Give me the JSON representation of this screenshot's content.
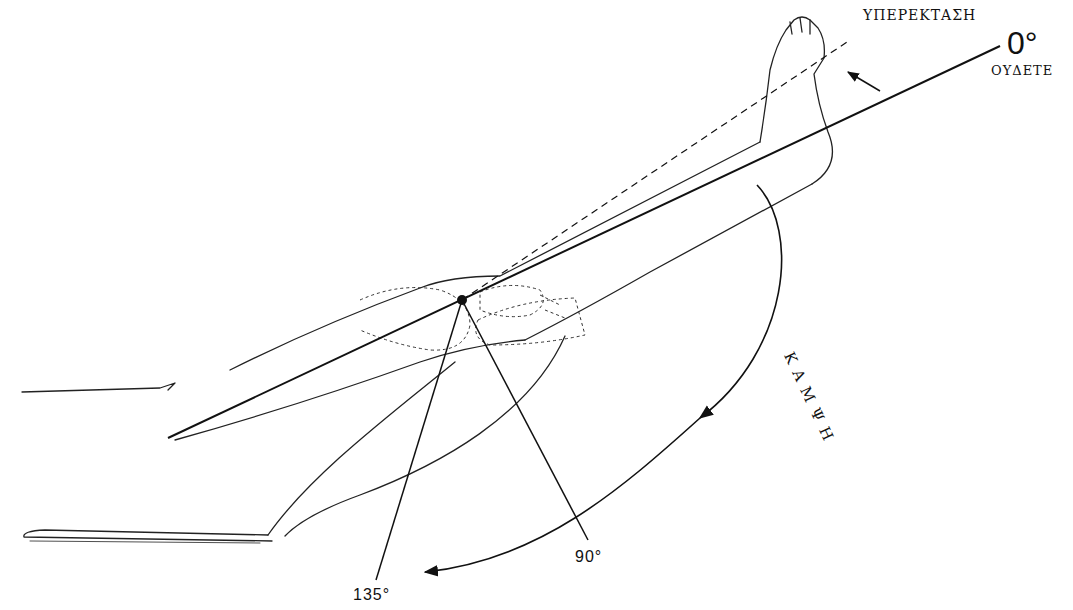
{
  "diagram": {
    "labels": [
      "ΥΠΕΡΕΚΤΑΣΗ",
      "0°",
      "ΟΥΔΕΤΕ",
      "ΚΑΜΨΗ",
      "90°",
      "135°"
    ]
  }
}
